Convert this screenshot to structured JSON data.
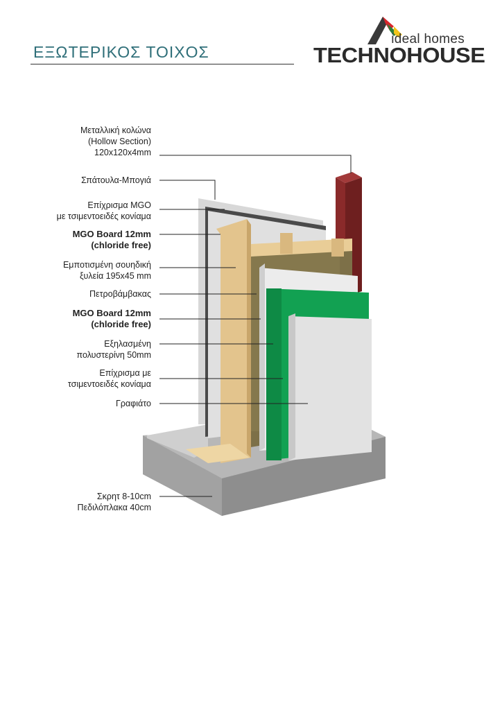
{
  "title": "ΕΞΩΤΕΡΙΚΟΣ ΤΟΙΧΟΣ",
  "logo": {
    "tagline": "ideal homes",
    "brand": "TECHNOHOUSE"
  },
  "labels": [
    {
      "lines": [
        "Μεταλλική κολώνα",
        "(Hollow Section)",
        "120x120x4mm"
      ],
      "bold": false
    },
    {
      "lines": [
        "Σπάτουλα-Μπογιά"
      ],
      "bold": false
    },
    {
      "lines": [
        "Επίχρισμα MGO",
        "με τσιμεντοειδές κονίαμα"
      ],
      "bold": false
    },
    {
      "lines": [
        "MGO Board 12mm",
        "(chloride free)"
      ],
      "bold": true
    },
    {
      "lines": [
        "Εμποτισμένη σουηδική",
        "ξυλεία 195x45 mm"
      ],
      "bold": false
    },
    {
      "lines": [
        "Πετροβάμβακας"
      ],
      "bold": false
    },
    {
      "lines": [
        "MGO Board 12mm",
        "(chloride free)"
      ],
      "bold": true
    },
    {
      "lines": [
        "Εξηλασμένη",
        "πολυστερίνη 50mm"
      ],
      "bold": false
    },
    {
      "lines": [
        "Επίχρισμα με",
        "τσιμεντοειδές κονίαμα"
      ],
      "bold": false
    },
    {
      "lines": [
        "Γραφιάτο"
      ],
      "bold": false
    },
    {
      "lines": [
        "Σκρητ 8-10cm",
        "Πεδιλόπλακα 40cm"
      ],
      "bold": false
    }
  ],
  "colors": {
    "title": "#2f6f79",
    "column": "#8a2a2a",
    "timber": "#e3c48d",
    "insulation": "#7d7048",
    "xps": "#12a152",
    "render": "#e2e2e2",
    "concrete": "#9a9a9a"
  }
}
